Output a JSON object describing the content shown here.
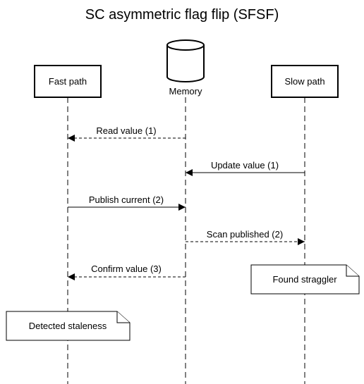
{
  "title": "SC asymmetric flag flip (SFSF)",
  "participants": {
    "fast": "Fast path",
    "memory": "Memory",
    "slow": "Slow path"
  },
  "messages": [
    {
      "label": "Read value (1)",
      "from": "memory",
      "to": "fast",
      "style": "dashed"
    },
    {
      "label": "Update value (1)",
      "from": "slow",
      "to": "memory",
      "style": "solid"
    },
    {
      "label": "Publish current (2)",
      "from": "fast",
      "to": "memory",
      "style": "solid"
    },
    {
      "label": "Scan published (2)",
      "from": "memory",
      "to": "slow",
      "style": "dashed"
    },
    {
      "label": "Confirm value (3)",
      "from": "memory",
      "to": "fast",
      "style": "dashed"
    }
  ],
  "notes": {
    "slow": "Found straggler",
    "fast": "Detected staleness"
  }
}
